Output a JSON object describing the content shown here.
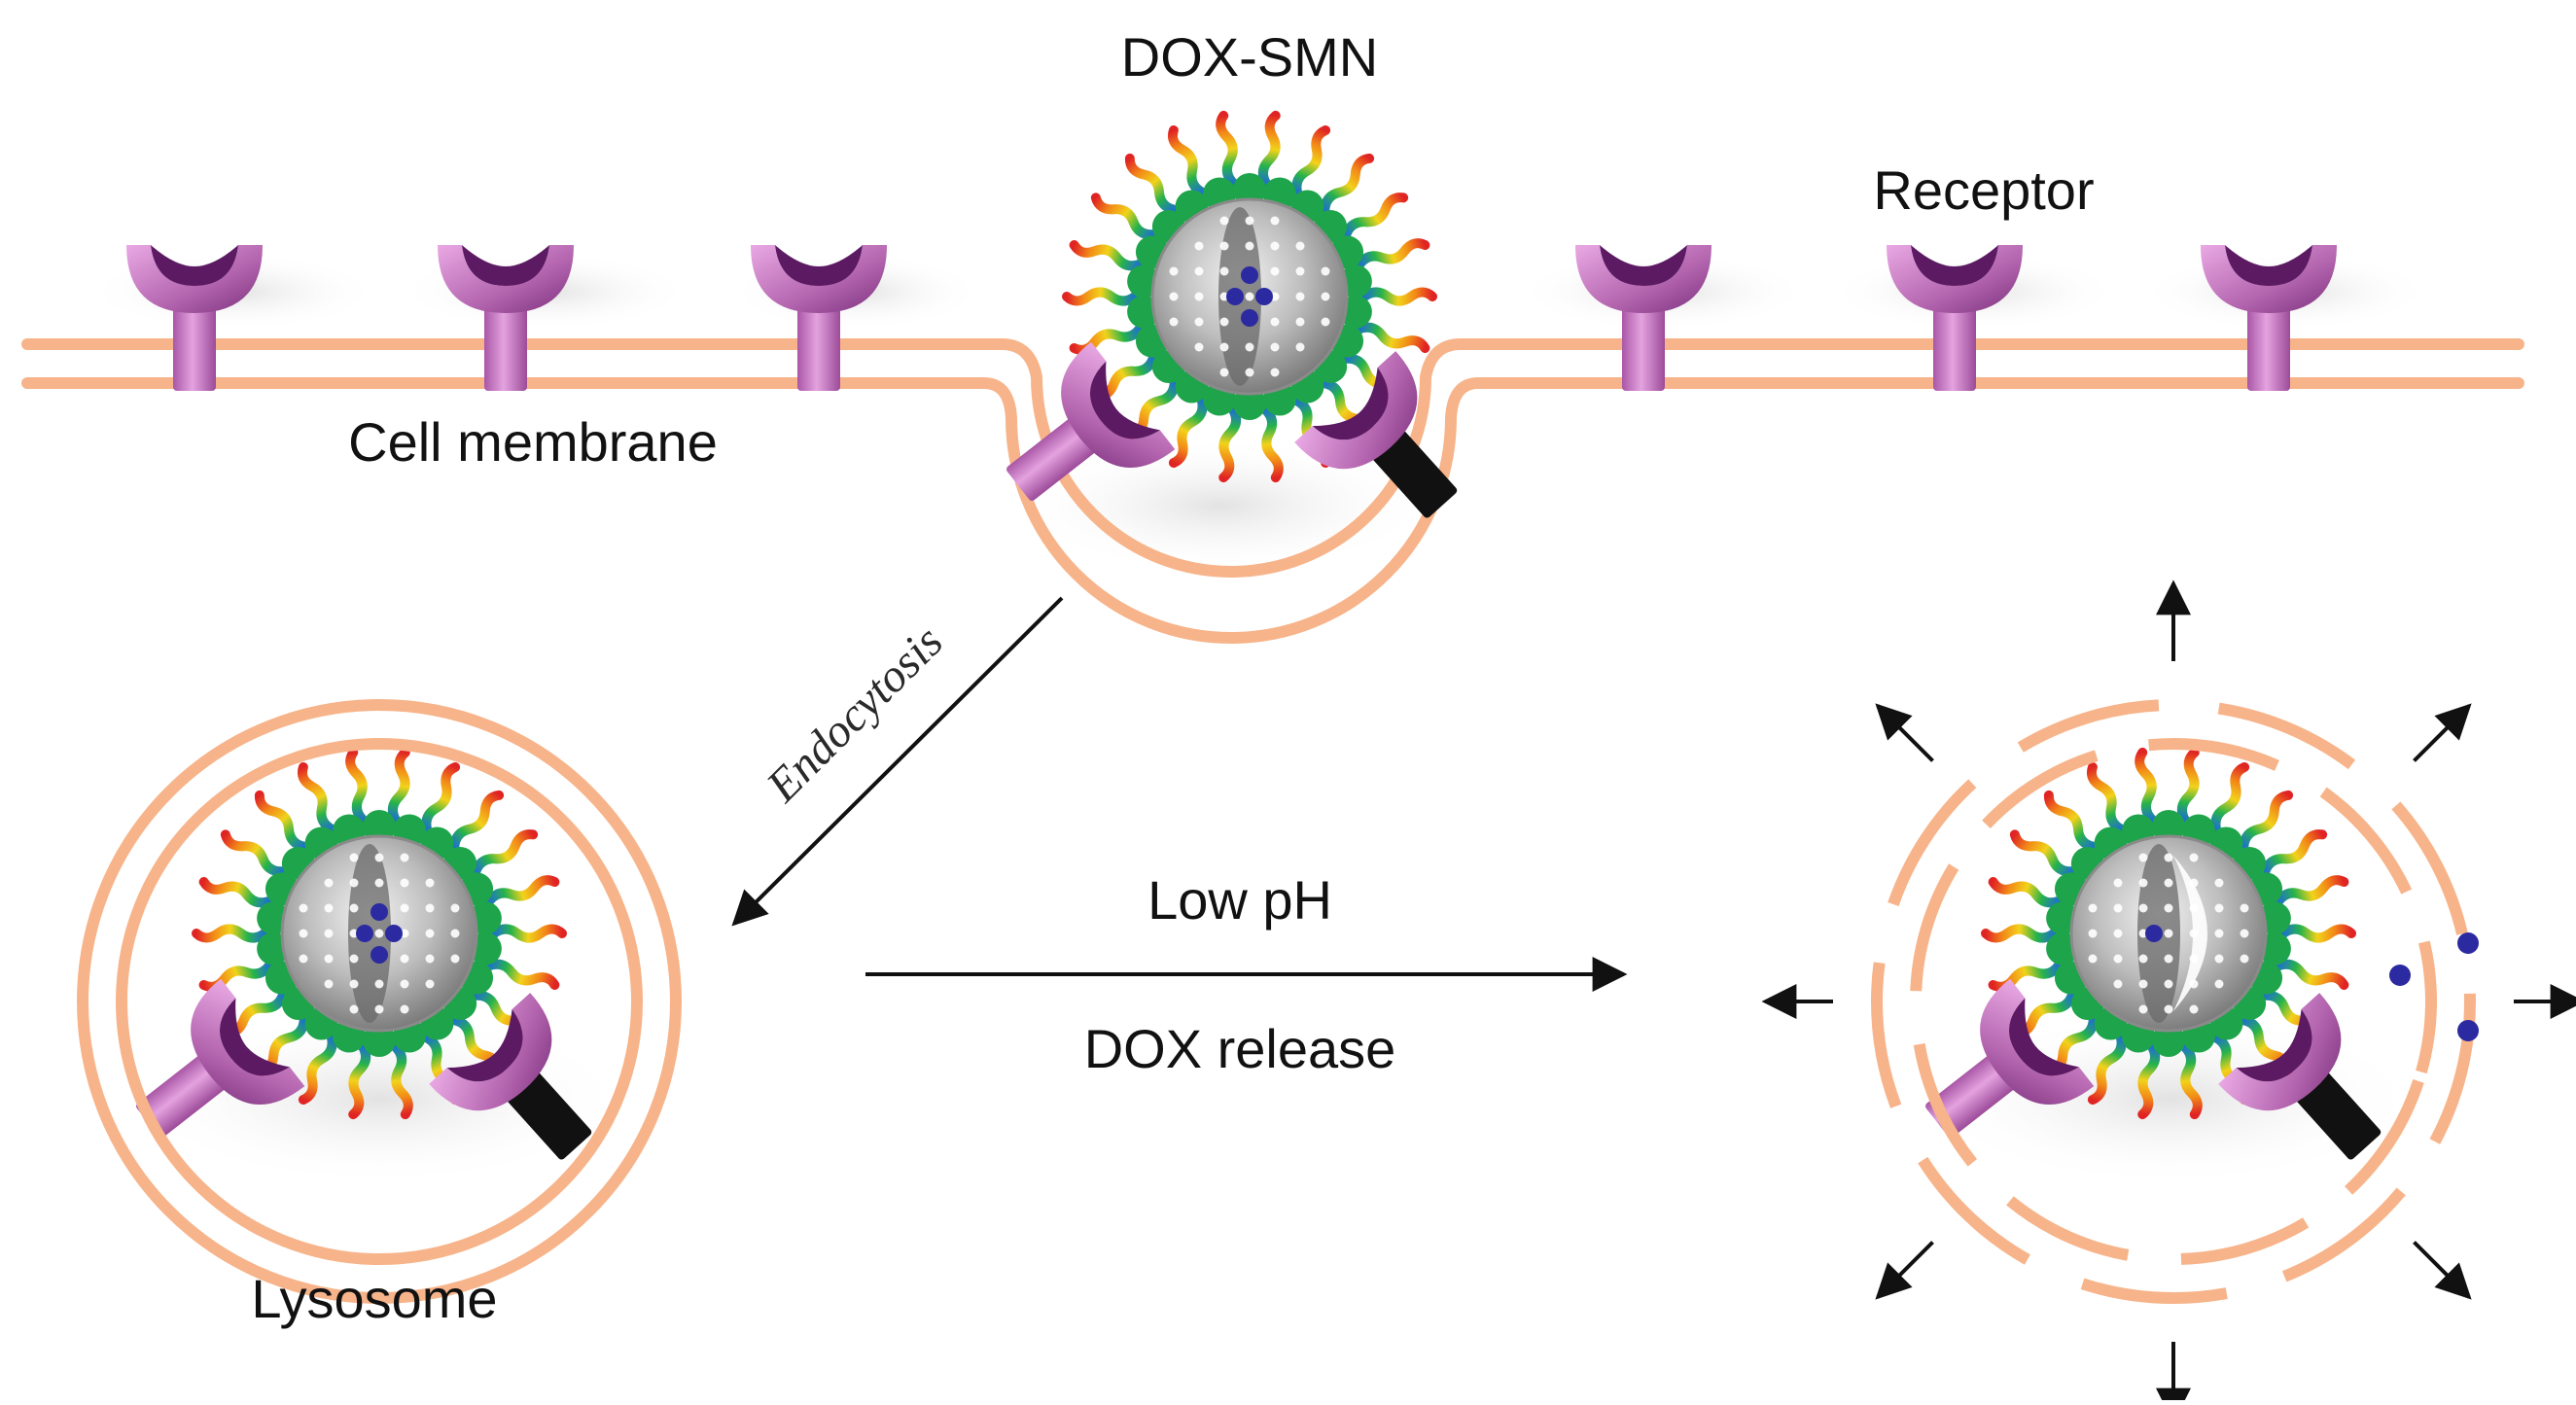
{
  "labels": {
    "nanoparticle": "DOX-SMN",
    "receptor": "Receptor",
    "membrane": "Cell membrane",
    "endocytosis": "Endocytosis",
    "lysosome": "Lysosome",
    "condition": "Low pH",
    "release": "DOX release"
  },
  "colors": {
    "membrane": "#f7b48a",
    "receptor_light": "#d58bd0",
    "receptor_dark": "#5c1a63",
    "receptor_black": "#111111",
    "ligand": "#1ea44a",
    "core_grey": "#bdbdbd",
    "core_dark": "#6a6a6a",
    "dox_dot": "#2c2aa0",
    "arrow": "#111111"
  },
  "icons": {
    "receptor": "y-shaped-receptor-icon",
    "nanoparticle": "mesoporous-nanoparticle-icon",
    "drug": "dox-molecule-icon"
  }
}
